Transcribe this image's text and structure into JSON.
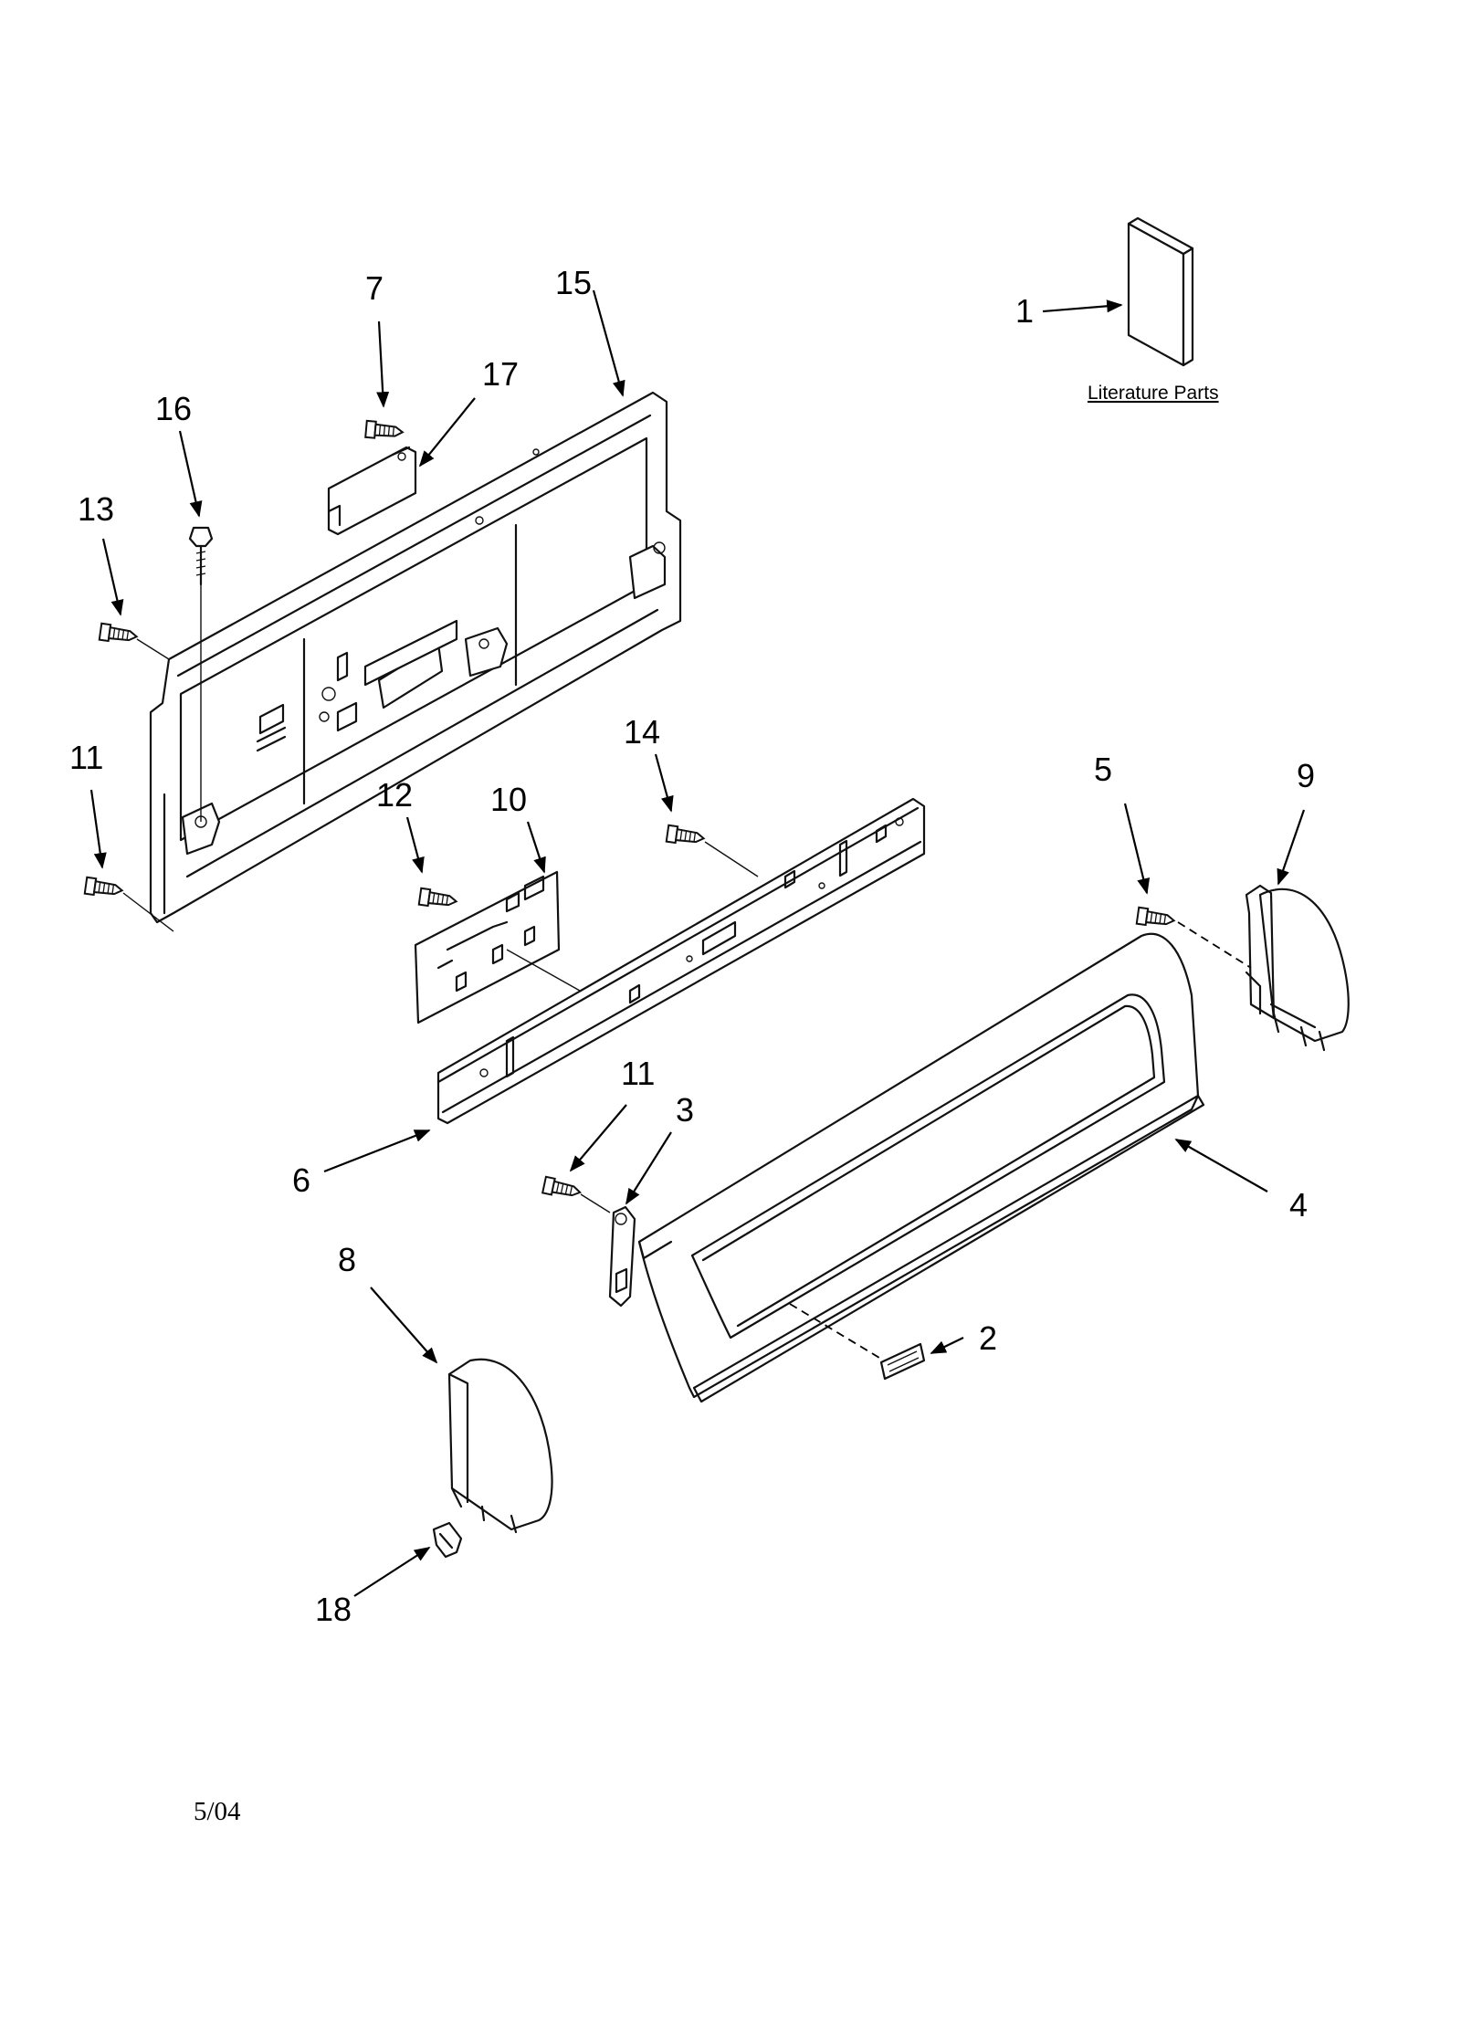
{
  "callouts": {
    "c1": "1",
    "c2": "2",
    "c3": "3",
    "c4": "4",
    "c5": "5",
    "c6": "6",
    "c7": "7",
    "c8": "8",
    "c9": "9",
    "c10": "10",
    "c11a": "11",
    "c11b": "11",
    "c12": "12",
    "c13": "13",
    "c14": "14",
    "c15": "15",
    "c16": "16",
    "c17": "17",
    "c18": "18"
  },
  "literature_label": "Literature Parts",
  "date": "5/04"
}
